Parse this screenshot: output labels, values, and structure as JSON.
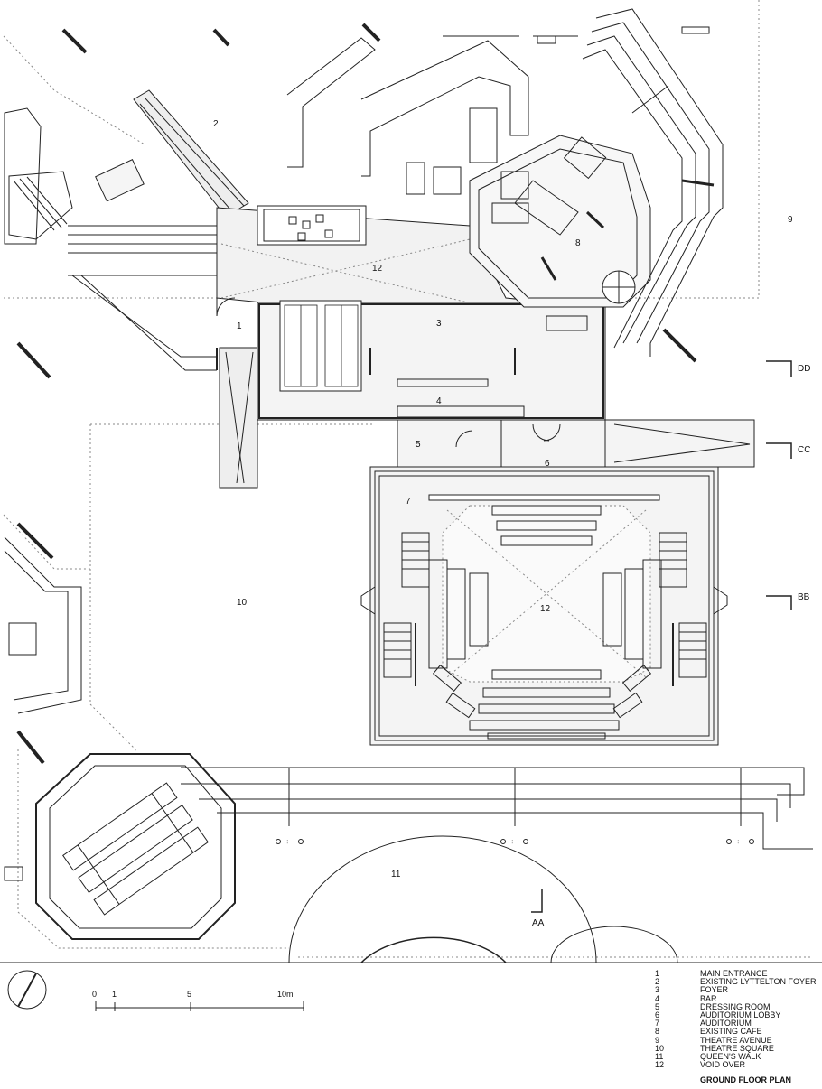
{
  "plan_labels": {
    "l1": "1",
    "l2": "2",
    "l3": "3",
    "l4": "4",
    "l5": "5",
    "l6": "6",
    "l7": "7",
    "l8": "8",
    "l9": "9",
    "l10": "10",
    "l11": "11",
    "l12a": "12",
    "l12b": "12"
  },
  "sections": {
    "dd": "DD",
    "cc": "CC",
    "bb": "BB",
    "aa": "AA"
  },
  "scale_bar": {
    "ticks": [
      "0",
      "1",
      "5",
      "10m"
    ]
  },
  "legend": {
    "items": [
      {
        "num": "1",
        "text": "MAIN ENTRANCE"
      },
      {
        "num": "2",
        "text": "EXISTING LYTTELTON FOYER"
      },
      {
        "num": "3",
        "text": "FOYER"
      },
      {
        "num": "4",
        "text": "BAR"
      },
      {
        "num": "5",
        "text": "DRESSING ROOM"
      },
      {
        "num": "6",
        "text": "AUDITORIUM LOBBY"
      },
      {
        "num": "7",
        "text": "AUDITORIUM"
      },
      {
        "num": "8",
        "text": "EXISTING CAFE"
      },
      {
        "num": "9",
        "text": "THEATRE AVENUE"
      },
      {
        "num": "10",
        "text": "THEATRE SQUARE"
      },
      {
        "num": "11",
        "text": "QUEEN'S WALK"
      },
      {
        "num": "12",
        "text": "VOID OVER"
      }
    ],
    "title": "GROUND FLOOR PLAN"
  },
  "colors": {
    "line": "#222222",
    "fill": "#eeeeee",
    "dash": "#888888"
  }
}
